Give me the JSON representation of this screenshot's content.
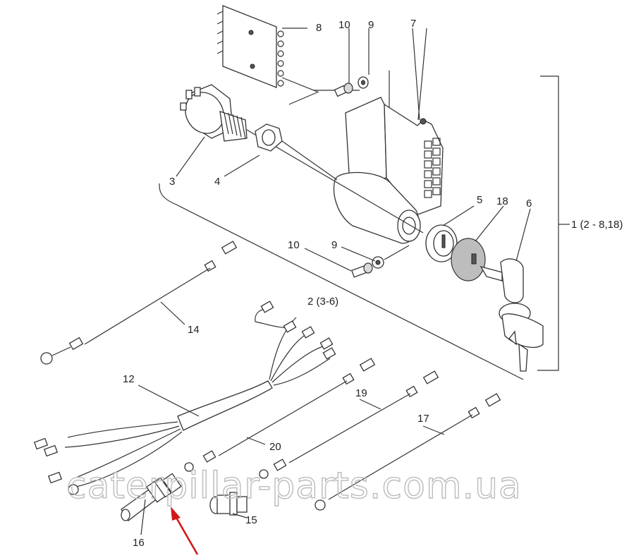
{
  "labels": {
    "l1": "1 (2 - 8,18)",
    "l2": "2 (3-6)",
    "l3": "3",
    "l4": "4",
    "l5": "5",
    "l6": "6",
    "l7": "7",
    "l8": "8",
    "l9a": "9",
    "l9b": "9",
    "l10a": "10",
    "l10b": "10",
    "l12": "12",
    "l14": "14",
    "l15": "15",
    "l16": "16",
    "l17": "17",
    "l18": "18",
    "l19": "19",
    "l20": "20"
  },
  "watermark": "caterpillar-parts.com.ua",
  "colors": {
    "arrow": "#d01a1a",
    "line": "#333333",
    "watermark": "#bbbbbb"
  }
}
